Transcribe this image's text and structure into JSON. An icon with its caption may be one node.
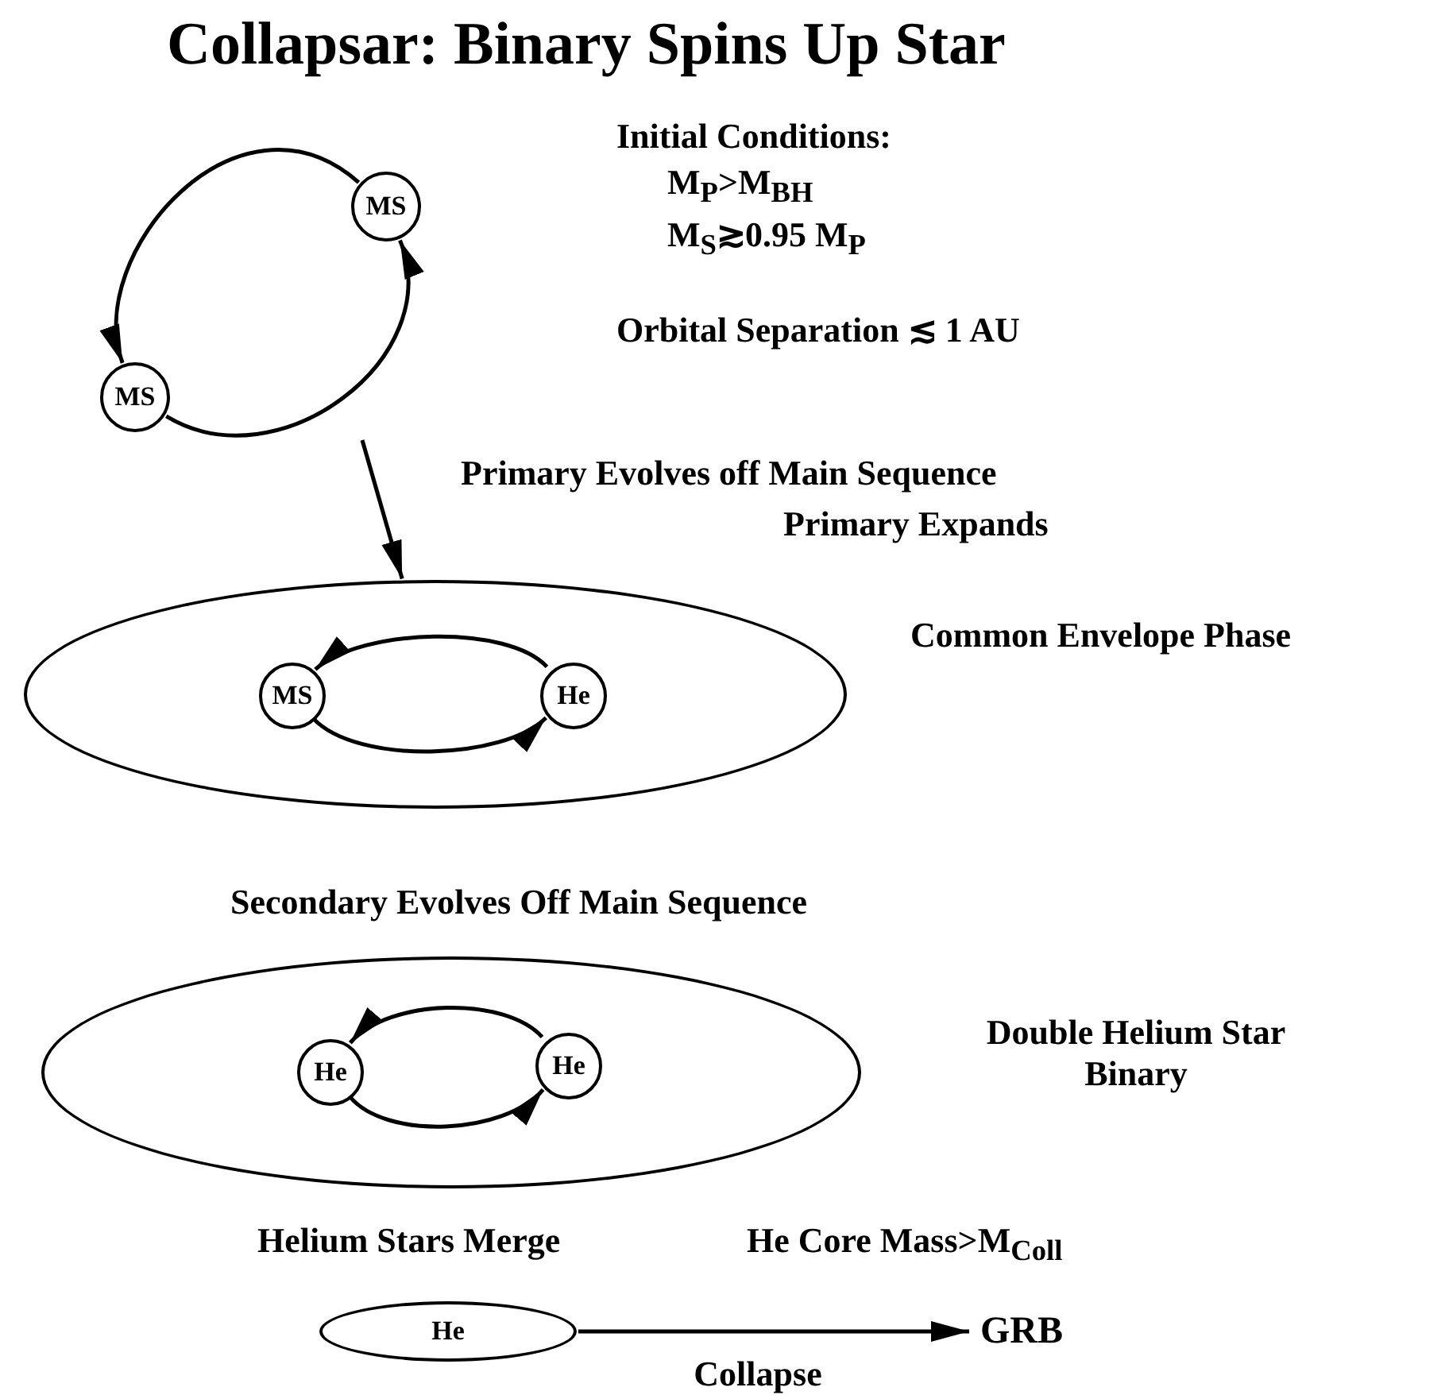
{
  "diagram": {
    "title": "Collapsar: Binary Spins Up Star",
    "nodes": [
      {
        "text": [
          "MS"
        ]
      },
      {
        "text": [
          "MS"
        ]
      },
      {
        "text": [],
        "shape": "ellipse"
      },
      {
        "text": [
          "MS"
        ],
        "in": 2
      },
      {
        "text": [
          "He"
        ],
        "in": 2
      },
      {
        "text": [],
        "shape": "ellipse"
      },
      {
        "text": [
          "He"
        ],
        "in": 5
      },
      {
        "text": [
          "He"
        ],
        "in": 5
      },
      {
        "text": [
          "He"
        ]
      },
      {
        "text": [
          "GRB"
        ]
      }
    ],
    "edges": [
      {
        "from": 0,
        "to": 1,
        "arrow": "to"
      },
      {
        "from": 1,
        "to": 0,
        "arrow": "to"
      },
      {
        "from": null,
        "to": 2,
        "arrow": "to"
      },
      {
        "from": 4,
        "to": 3,
        "arrow": "to"
      },
      {
        "from": 3,
        "to": 4,
        "arrow": "to"
      },
      {
        "from": 7,
        "to": 6,
        "arrow": "to"
      },
      {
        "from": 6,
        "to": 7,
        "arrow": "to"
      },
      {
        "from": 8,
        "to": 9,
        "arrow": "to",
        "label": "Collapse"
      }
    ],
    "labels": [
      "Initial Conditions:",
      "M$_{P}$>M$_{BH}$",
      "M$_{S}$≳0.95 M$_{P}$",
      "Orbital Separation ≲ 1 AU",
      "Primary Evolves off Main Sequence",
      "Primary Expands",
      "Common Envelope Phase",
      "Secondary Evolves Off Main Sequence",
      "Double Helium Star Binary",
      "Helium Stars Merge",
      "He Core Mass>M$_{Coll}$"
    ]
  }
}
